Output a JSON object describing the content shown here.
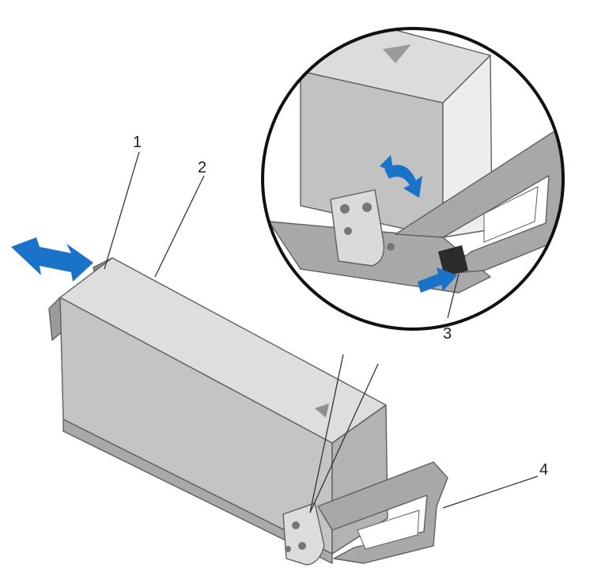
{
  "callouts": {
    "c1": "1",
    "c2": "2",
    "c3": "3",
    "c4": "4"
  },
  "colors": {
    "arrow": "#1a73c8",
    "unit_body": "#c7c7c7",
    "handle": "#a8a8a8",
    "outline": "#5f5f5f"
  }
}
